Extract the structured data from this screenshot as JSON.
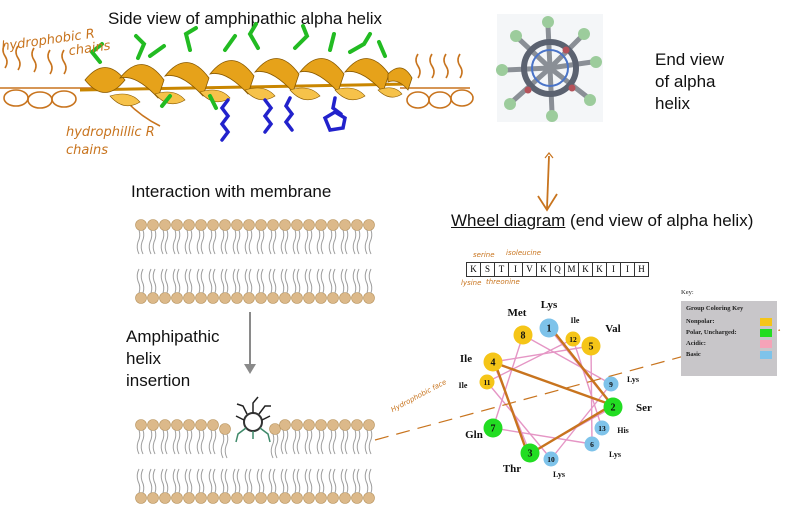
{
  "titles": {
    "side_view": "Side view of amphipathic alpha helix",
    "end_view_l1": "End view",
    "end_view_l2": "of alpha",
    "end_view_l3": "helix",
    "interaction": "Interaction with membrane",
    "wheel_link": "Wheel diagram",
    "wheel_rest": " (end view of alpha helix)",
    "insertion_l1": "Amphipathic",
    "insertion_l2": "helix",
    "insertion_l3": "insertion"
  },
  "annotations": {
    "hydrophobic_l1": "hydrophobic R",
    "hydrophobic_l2": "chains",
    "hydrophilic_l1": "hydrophillic R",
    "hydrophilic_l2": "chains",
    "serine": "serine",
    "isoleucine": "isoleucine",
    "lysine": "lysine",
    "threonine": "threonine",
    "hydrophobic_face": "Hydrophobic face"
  },
  "sequence": [
    "K",
    "S",
    "T",
    "I",
    "V",
    "K",
    "Q",
    "M",
    "K",
    "K",
    "I",
    "I",
    "H"
  ],
  "wheel": {
    "residues": [
      {
        "num": "1",
        "name": "Lys",
        "type": "basic"
      },
      {
        "num": "2",
        "name": "Ser",
        "type": "polar"
      },
      {
        "num": "3",
        "name": "Thr",
        "type": "polar"
      },
      {
        "num": "4",
        "name": "Ile",
        "type": "nonpolar"
      },
      {
        "num": "5",
        "name": "Val",
        "type": "nonpolar"
      },
      {
        "num": "6",
        "name": "Lys",
        "type": "basic"
      },
      {
        "num": "7",
        "name": "Gln",
        "type": "polar"
      },
      {
        "num": "8",
        "name": "Met",
        "type": "nonpolar"
      },
      {
        "num": "9",
        "name": "Lys",
        "type": "basic"
      },
      {
        "num": "10",
        "name": "Lys",
        "type": "basic"
      },
      {
        "num": "11",
        "name": "Ile",
        "type": "nonpolar"
      },
      {
        "num": "12",
        "name": "Ile",
        "type": "nonpolar"
      },
      {
        "num": "13",
        "name": "His",
        "type": "basic"
      }
    ]
  },
  "key": {
    "title": "Key:",
    "group_title": "Group Coloring Key",
    "rows": [
      {
        "label": "Nonpolar:",
        "color": "#f5c518"
      },
      {
        "label": "Polar, Uncharged:",
        "color": "#22dd22"
      },
      {
        "label": "Acidic:",
        "color": "#f5a3b8"
      },
      {
        "label": "Basic",
        "color": "#7ec3ea"
      }
    ]
  },
  "colors": {
    "nonpolar": "#f5c518",
    "polar": "#22dd22",
    "acidic": "#f5a3b8",
    "basic": "#7ec3ea",
    "annotation": "#c8741e",
    "lipid_head": "#dcb98a",
    "helix": "#e6a21a"
  }
}
